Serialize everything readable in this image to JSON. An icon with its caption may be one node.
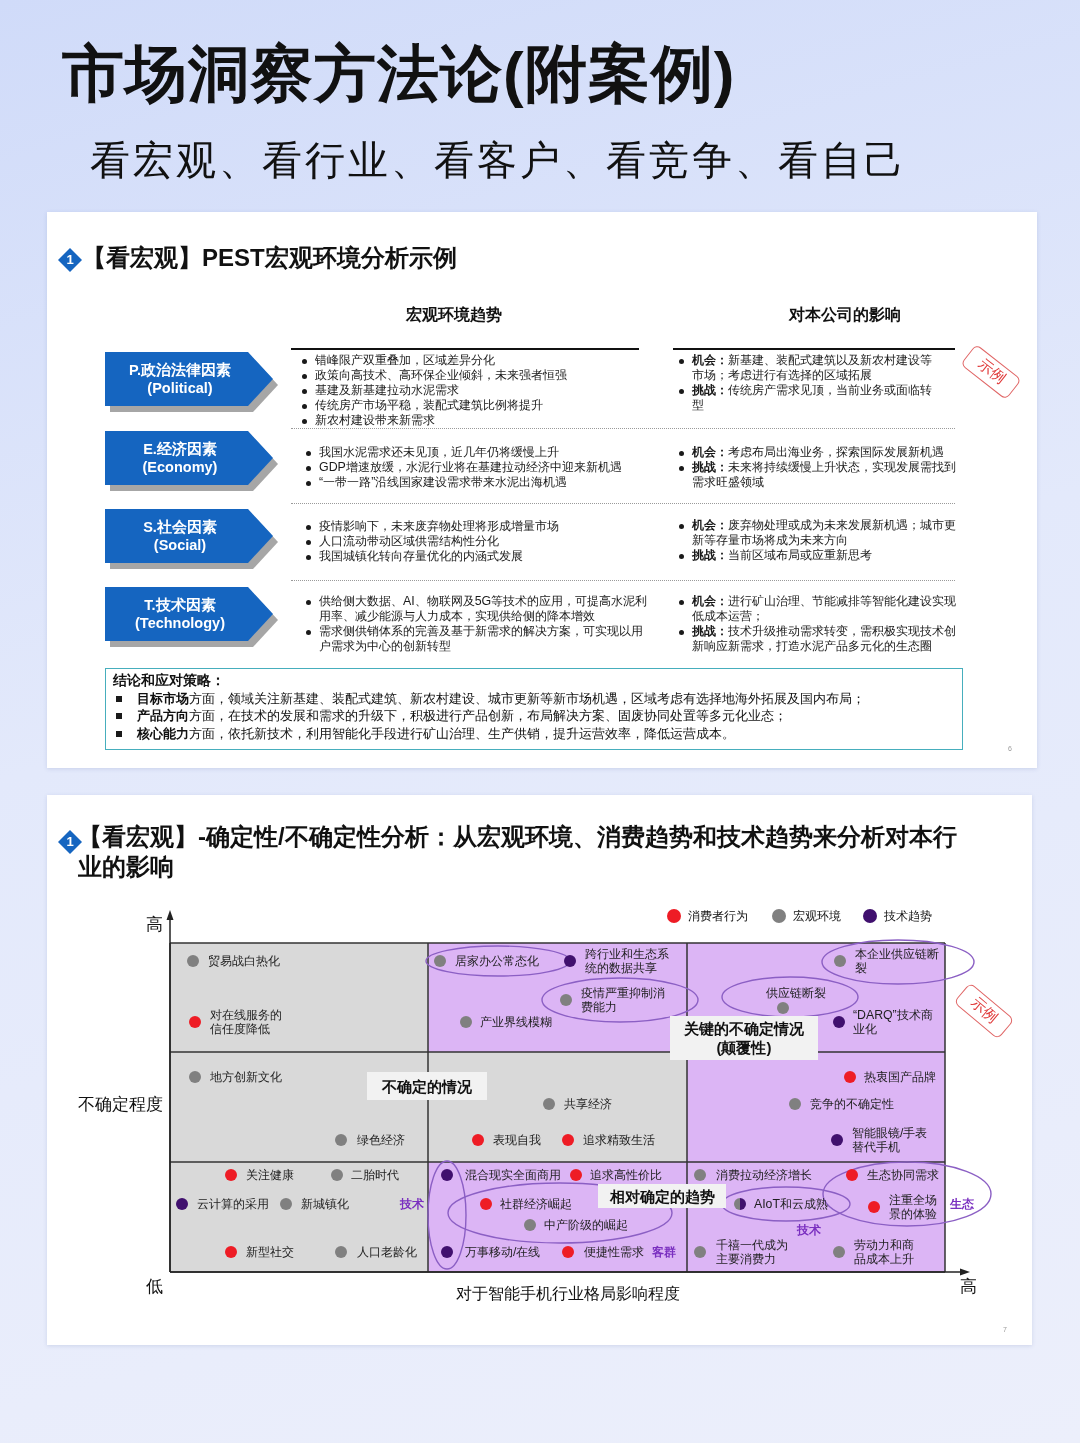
{
  "diagram": {
    "title": "市场洞察方法论(附案例)",
    "nodes": [
      {
        "text": [
          "【看宏观】PEST宏观环境分析示例"
        ]
      },
      {
        "text": [
          "1"
        ],
        "in": 0
      },
      {
        "text": [
          "P.政治法律因素",
          "(Political)"
        ],
        "in": 0
      },
      {
        "text": [
          "示例"
        ],
        "in": 0
      },
      {
        "text": [
          "E.经济因素",
          "(Economy)"
        ],
        "in": 0
      },
      {
        "text": [
          "S.社会因素",
          "(Social)"
        ],
        "in": 0
      },
      {
        "text": [
          "T.技术因素",
          "(Technology)"
        ],
        "in": 0
      },
      {
        "text": [
          "结论和应对策略：",
          "**目标市场**方面，领域关注新基建、装配式建筑、新农村建设、城市更新等新市场机遇，区域考虑有选择地海外拓展及国内布局；",
          "**产品方向**方面，在技术的发展和需求的升级下，积极进行产品创新，布局解决方案、固废协同处置等多元化业态；",
          "**核心能力**方面，依托新技术，利用智能化手段进行矿山治理、生产供销，提升运营效率，降低运营成本。"
        ],
        "in": 0
      },
      {
        "text": [
          "【看宏观】-确定性/不确定性分析：从宏观环境、消费趋势和技术趋势来分析对本行业的影响"
        ]
      },
      {
        "text": [
          "1"
        ],
        "in": 8
      },
      {
        "text": [
          "示例"
        ],
        "in": 8
      },
      {
        "text": [
          "关键的不确定情况",
          "(颠覆性)"
        ],
        "in": 8
      },
      {
        "text": [
          "不确定的情况"
        ],
        "in": 8
      },
      {
        "text": [
          "相对确定的趋势"
        ],
        "in": 8
      }
    ],
    "labels": [
      "看宏观、看行业、看客户、看竞争、看自己",
      "宏观环境趋势",
      "对本公司的影响",
      "错峰限产双重叠加，区域差异分化",
      "政策向高技术、高环保企业倾斜，未来强者恒强",
      "基建及新基建拉动水泥需求",
      "传统房产市场平稳，装配式建筑比例将提升",
      "新农村建设带来新需求",
      "**机会：**新基建、装配式建筑以及新农村建设等市场；考虑进行有选择的区域拓展",
      "**挑战：**传统房产需求见顶，当前业务或面临转型",
      "我国水泥需求还未见顶，近几年仍将缓慢上升",
      "GDP增速放缓，水泥行业将在基建拉动经济中迎来新机遇",
      "“一带一路”沿线国家建设需求带来水泥出海机遇",
      "**机会：**考虑布局出海业务，探索国际发展新机遇",
      "**挑战：**未来将持续缓慢上升状态，实现发展需找到需求旺盛领域",
      "疫情影响下，未来废弃物处理将形成增量市场",
      "人口流动带动区域供需结构性分化",
      "我国城镇化转向存量优化的内涵式发展",
      "**机会：**废弃物处理或成为未来发展新机遇；城市更新等存量市场将成为未来方向",
      "**挑战：**当前区域布局或应重新思考",
      "供给侧大数据、AI、物联网及5G等技术的应用，可提高水泥利用率、减少能源与人力成本，实现供给侧的降本增效",
      "需求侧供销体系的完善及基于新需求的解决方案，可实现以用户需求为中心的创新转型",
      "**机会：**进行矿山治理、节能减排等智能化建设实现低成本运营；",
      "**挑战：**技术升级推动需求转变，需积极实现技术创新响应新需求，打造水泥产品多元化的生态圈",
      "6",
      "高",
      "贸易战白热化",
      "居家办公常态化",
      "跨行业和生态系统的数据共享",
      "本企业供应链断裂",
      "疫情严重抑制消费能力",
      "供应链断裂",
      "对在线服务的信任度降低",
      "产业界线模糊",
      "“DARQ”技术商业化",
      "地方创新文化",
      "热衷国产品牌",
      "不确定程度",
      "共享经济",
      "竞争的不确定性",
      "绿色经济",
      "表现自我",
      "追求精致生活",
      "智能眼镜/手表替代手机",
      "关注健康",
      "二胎时代",
      "混合现实全面商用",
      "追求高性价比",
      "消费拉动经济增长",
      "生态协同需求",
      "云计算的采用",
      "新城镇化",
      "技术",
      "社群经济崛起",
      "AIoT和云成熟",
      "注重全场景的体验",
      "生态",
      "中产阶级的崛起",
      "技术",
      "新型社交",
      "人口老龄化",
      "万事移动/在线",
      "便捷性需求",
      "客群",
      "千禧一代成为主要消费力",
      "劳动力和商品成本上升",
      "低",
      "对于智能手机行业格局影响程度",
      "高",
      "7"
    ],
    "legend": [
      {
        "text": "消费者行为",
        "color": "#ee1c25"
      },
      {
        "text": "宏观环境",
        "color": "#808080"
      },
      {
        "text": "技术趋势",
        "color": "#40106e"
      }
    ]
  }
}
